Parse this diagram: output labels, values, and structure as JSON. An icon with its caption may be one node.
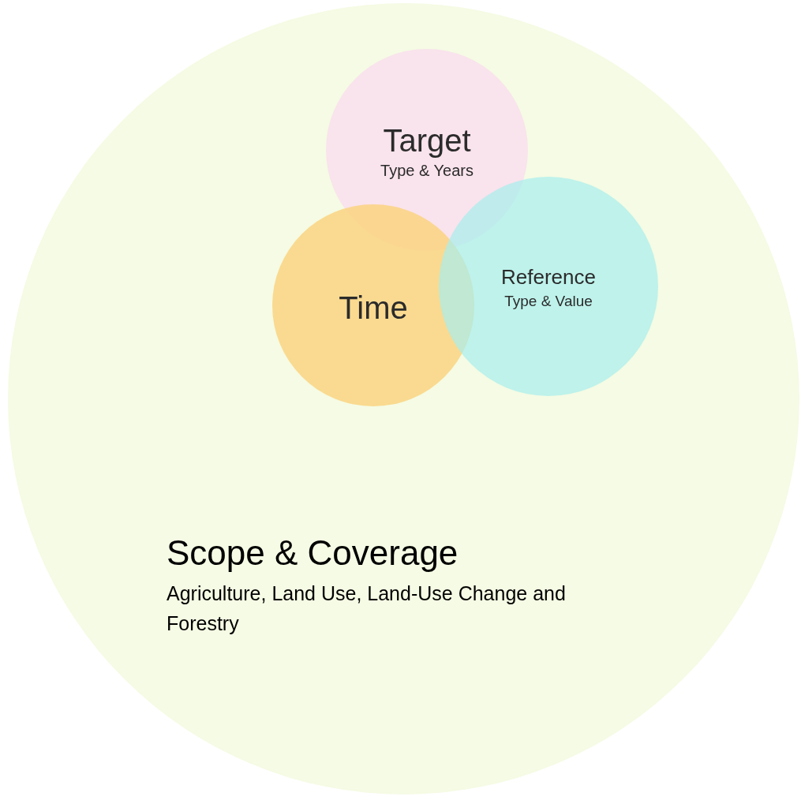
{
  "diagram": {
    "nodes": [
      {
        "text": [
          "Scope & Coverage",
          "Agriculture, Land Use, Land-Use Change and Forestry"
        ]
      },
      {
        "text": [
          "Target",
          "Type & Years"
        ],
        "in": 0
      },
      {
        "text": [
          "Time"
        ],
        "in": 0
      },
      {
        "text": [
          "Reference",
          "Type & Value"
        ],
        "in": 0
      }
    ],
    "edges": []
  }
}
